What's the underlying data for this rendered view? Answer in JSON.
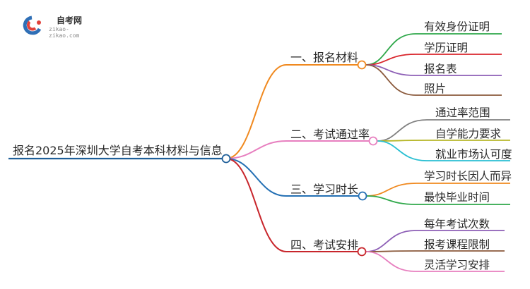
{
  "logo": {
    "title": "自考网",
    "subtitle": "zikao-zikao.com",
    "icon": "zikao-logo-icon"
  },
  "root": {
    "label": "报名2025年深圳大学自考本科材料与信息"
  },
  "branches": [
    {
      "label": "一、报名材料",
      "color": "#f0891f",
      "children": [
        {
          "label": "有效身份证明",
          "color": "#2fa84a"
        },
        {
          "label": "学历证明",
          "color": "#d9262c"
        },
        {
          "label": "报名表",
          "color": "#8d5fb6"
        },
        {
          "label": "照片",
          "color": "#8b5a3c"
        }
      ]
    },
    {
      "label": "二、考试通过率",
      "color": "#e77fbf",
      "children": [
        {
          "label": "通过率范围",
          "color": "#808080"
        },
        {
          "label": "自学能力要求",
          "color": "#b7b72a"
        },
        {
          "label": "就业市场认可度",
          "color": "#29bfd2"
        }
      ]
    },
    {
      "label": "三、学习时长",
      "color": "#2470b4",
      "children": [
        {
          "label": "学习时长因人而异",
          "color": "#f0891f"
        },
        {
          "label": "最快毕业时间",
          "color": "#2fa84a"
        }
      ]
    },
    {
      "label": "四、考试安排",
      "color": "#c8262c",
      "children": [
        {
          "label": "每年考试次数",
          "color": "#8d5fb6"
        },
        {
          "label": "报考课程限制",
          "color": "#8b5a3c"
        },
        {
          "label": "灵活学习安排",
          "color": "#e77fbf"
        }
      ]
    }
  ],
  "root_line_color": "#1f5f99"
}
